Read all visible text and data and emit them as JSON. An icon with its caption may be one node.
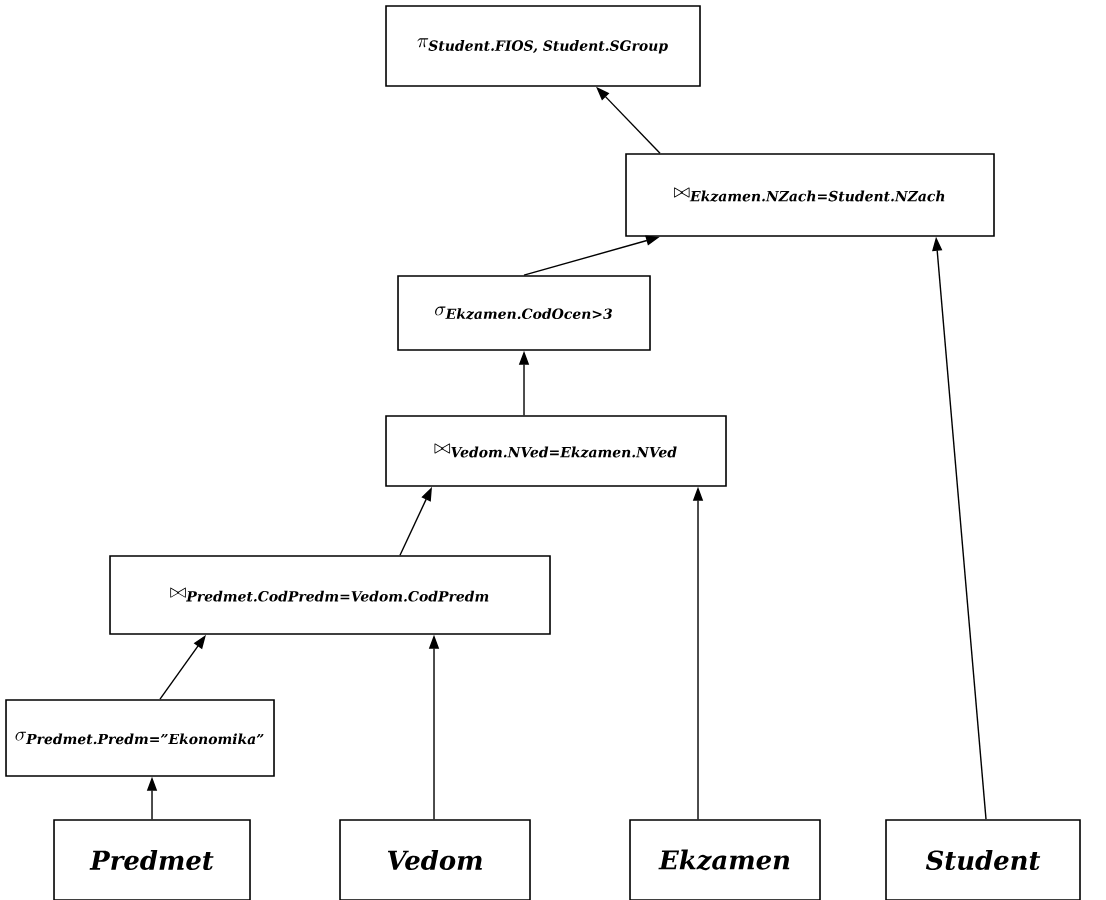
{
  "diagram": {
    "nodes": [
      {
        "text": [
          "\\pi_{\\mbox{\\scriptsize\\bfseries\\itshape Student.FIOS, Student.SGroup}}"
        ]
      },
      {
        "text": [
          "\\bowtie_{\\mbox{\\scriptsize\\bfseries\\itshape Ekzamen.NZach=Student.NZach}}"
        ]
      },
      {
        "text": [
          "\\sigma_{\\mbox{\\scriptsize\\bfseries\\itshape Ekzamen.CodOcen>3}}"
        ]
      },
      {
        "text": [
          "\\bowtie_{\\mbox{\\scriptsize\\bfseries\\itshape Vedom.NVed=Ekzamen.NVed}}"
        ]
      },
      {
        "text": [
          "\\bowtie_{\\mbox{\\scriptsize\\bfseries\\itshape Predmet.CodPredm=Vedom.CodPredm}}"
        ]
      },
      {
        "text": [
          "\\sigma_{\\mbox{\\scriptsize\\bfseries\\itshape Predmet.Predm=\"Ekonomika\"}}"
        ]
      },
      {
        "text": [
          "Predmet"
        ]
      },
      {
        "text": [
          "Vedom"
        ]
      },
      {
        "text": [
          "Ekzamen"
        ]
      },
      {
        "text": [
          "Student"
        ]
      }
    ],
    "edges": [
      {
        "from": 1,
        "to": 0,
        "arrow": "to"
      },
      {
        "from": 2,
        "to": 1,
        "arrow": "to"
      },
      {
        "from": 3,
        "to": 2,
        "arrow": "to"
      },
      {
        "from": 4,
        "to": 3,
        "arrow": "to"
      },
      {
        "from": 8,
        "to": 3,
        "arrow": "to"
      },
      {
        "from": 5,
        "to": 4,
        "arrow": "to"
      },
      {
        "from": 7,
        "to": 4,
        "arrow": "to"
      },
      {
        "from": 6,
        "to": 5,
        "arrow": "to"
      },
      {
        "from": 9,
        "to": 1,
        "arrow": "to"
      }
    ]
  }
}
